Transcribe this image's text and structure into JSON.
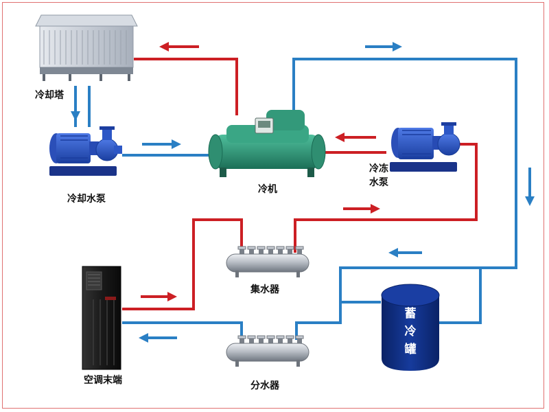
{
  "labels": {
    "cooling_tower": "冷却塔",
    "cooling_pump": "冷却水泵",
    "chiller": "冷机",
    "chilled_pump_line1": "冷冻",
    "chilled_pump_line2": "水泵",
    "collector": "集水器",
    "distributor": "分水器",
    "ac_terminal": "空调末端",
    "storage_tank": [
      "蓄",
      "冷",
      "罐"
    ]
  },
  "colors": {
    "hot_pipe": "#cc1f24",
    "cold_pipe": "#2a7fc4",
    "pump_blue": "#2f55c8",
    "chiller_green": "#2e9a7a",
    "tank_navy": "#0c2a74",
    "frame": "#e07070"
  },
  "icons": {
    "cooling_tower": "cooling-tower-icon",
    "cooling_pump": "pump-icon",
    "chiller": "chiller-icon",
    "chilled_pump": "pump-icon",
    "collector": "manifold-icon",
    "distributor": "manifold-icon",
    "ac_terminal": "cabinet-unit-icon",
    "storage_tank": "tank-icon"
  }
}
